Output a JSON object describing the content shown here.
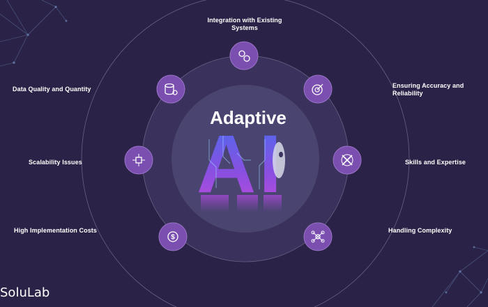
{
  "center": {
    "title": "Adaptive",
    "big_text": "AI"
  },
  "challenges": [
    {
      "id": "integration",
      "label_lines": [
        "Integration with Existing",
        "Systems"
      ],
      "icon": "gears-icon"
    },
    {
      "id": "data-quality",
      "label_lines": [
        "Data Quality and Quantity"
      ],
      "icon": "database-gear-icon"
    },
    {
      "id": "accuracy",
      "label_lines": [
        "Ensuring Accuracy and",
        "Reliability"
      ],
      "icon": "target-arrow-icon"
    },
    {
      "id": "scalability",
      "label_lines": [
        "Scalability Issues"
      ],
      "icon": "cube-network-icon"
    },
    {
      "id": "skills",
      "label_lines": [
        "Skills and Expertise"
      ],
      "icon": "tools-icon"
    },
    {
      "id": "costs",
      "label_lines": [
        "High Implementation Costs"
      ],
      "icon": "dollar-cycle-icon"
    },
    {
      "id": "complexity",
      "label_lines": [
        "Handling Complexity"
      ],
      "icon": "hub-network-icon"
    }
  ],
  "logo": "SoluLab",
  "colors": {
    "background": "#2b2347",
    "icon_circle": "#7b4fb0",
    "ring": "#6a6184",
    "inner_disc": "#3c3560",
    "center_disc": "#4b4570",
    "ai_gradient_top": "#4a6cf0",
    "ai_gradient_bottom": "#b04ae0"
  }
}
